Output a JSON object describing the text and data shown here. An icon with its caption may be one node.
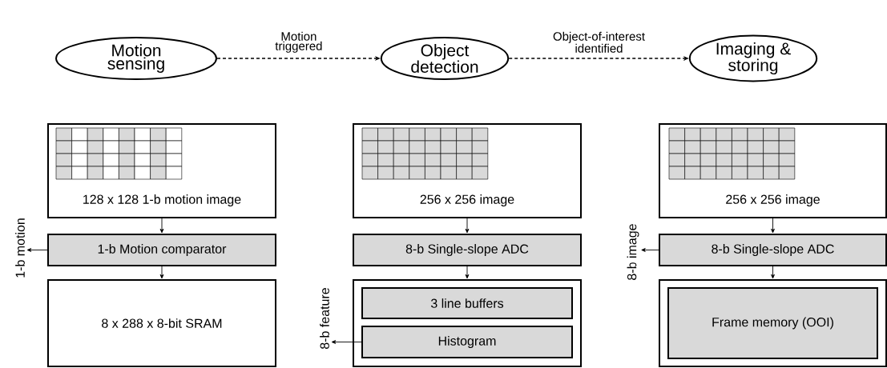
{
  "diagram": {
    "nodes": [
      {
        "text": [
          "Motion sensing"
        ]
      },
      {
        "text": [
          "Object detection"
        ]
      },
      {
        "text": [
          "Imaging & storing"
        ]
      },
      {
        "text": [
          "128 x 128 1-b motion image"
        ]
      },
      {
        "text": [
          "1-b Motion comparator"
        ]
      },
      {
        "text": [
          "8 x 288 x 8-bit SRAM"
        ]
      },
      {
        "text": [
          "256 x 256 image"
        ]
      },
      {
        "text": [
          "8-b Single-slope ADC"
        ]
      },
      {
        "text": [],
        "shape": "box"
      },
      {
        "text": [
          "3 line buffers"
        ],
        "in": 8
      },
      {
        "text": [
          "Histogram"
        ],
        "in": 8
      },
      {
        "text": [
          "256 x 256 image"
        ]
      },
      {
        "text": [
          "8-b Single-slope ADC"
        ]
      },
      {
        "text": [],
        "shape": "box"
      },
      {
        "text": [
          "Frame memory (OOI)"
        ],
        "in": 13
      },
      {
        "text": [
          "1-b motion"
        ]
      },
      {
        "text": [
          "8-b feature"
        ]
      },
      {
        "text": [
          "8-b image"
        ]
      }
    ],
    "edges": [
      {
        "from": 0,
        "to": 1,
        "arrow": "to",
        "label": "Motion triggered",
        "style": "dashed"
      },
      {
        "from": 1,
        "to": 2,
        "arrow": "to",
        "label": "Object-of-interest identified",
        "style": "dashed"
      },
      {
        "from": 3,
        "to": 4,
        "arrow": "to"
      },
      {
        "from": 4,
        "to": 5,
        "arrow": "to"
      },
      {
        "from": 6,
        "to": 7,
        "arrow": "to"
      },
      {
        "from": 7,
        "to": 8,
        "arrow": "to"
      },
      {
        "from": 11,
        "to": 12,
        "arrow": "to"
      },
      {
        "from": 12,
        "to": 13,
        "arrow": "to"
      },
      {
        "from": 4,
        "to": 15,
        "arrow": "to"
      },
      {
        "from": 10,
        "to": 16,
        "arrow": "to"
      },
      {
        "from": 12,
        "to": 17,
        "arrow": "to"
      }
    ]
  }
}
